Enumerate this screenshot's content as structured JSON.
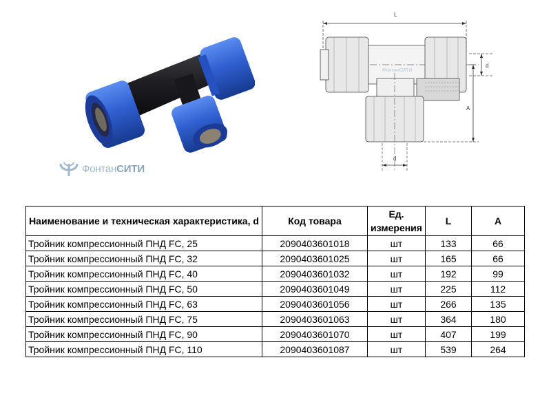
{
  "logo": {
    "brand_light": "Фонтан",
    "brand_bold": "СИТИ"
  },
  "drawing": {
    "label_L": "L",
    "label_d_side": "d",
    "label_A": "A",
    "label_d_bottom": "d",
    "watermark": "ФонтанСИТИ"
  },
  "table": {
    "headers": {
      "name": "Наименование и техническая характеристика, d",
      "code": "Код товара",
      "unit": "Ед. измерения",
      "L": "L",
      "A": "A"
    },
    "rows": [
      {
        "name": "Тройник компрессионный ПНД FC, 25",
        "code": "2090403601018",
        "unit": "шт",
        "L": "133",
        "A": "66"
      },
      {
        "name": "Тройник компрессионный ПНД FC, 32",
        "code": "2090403601025",
        "unit": "шт",
        "L": "165",
        "A": "66"
      },
      {
        "name": "Тройник компрессионный ПНД FC, 40",
        "code": "2090403601032",
        "unit": "шт",
        "L": "192",
        "A": "99"
      },
      {
        "name": "Тройник компрессионный ПНД FC, 50",
        "code": "2090403601049",
        "unit": "шт",
        "L": "225",
        "A": "112"
      },
      {
        "name": "Тройник компрессионный ПНД FC, 63",
        "code": "2090403601056",
        "unit": "шт",
        "L": "266",
        "A": "135"
      },
      {
        "name": "Тройник компрессионный ПНД FC, 75",
        "code": "2090403601063",
        "unit": "шт",
        "L": "364",
        "A": "180"
      },
      {
        "name": "Тройник компрессионный ПНД FC, 90",
        "code": "2090403601070",
        "unit": "шт",
        "L": "407",
        "A": "199"
      },
      {
        "name": "Тройник компрессионный ПНД FC, 110",
        "code": "2090403601087",
        "unit": "шт",
        "L": "539",
        "A": "264"
      }
    ]
  },
  "colors": {
    "fitting_blue": "#2f5fd0",
    "fitting_dark_blue": "#1b3b96",
    "body_black": "#1e1e22",
    "logo_grey": "#9fb8cc"
  }
}
